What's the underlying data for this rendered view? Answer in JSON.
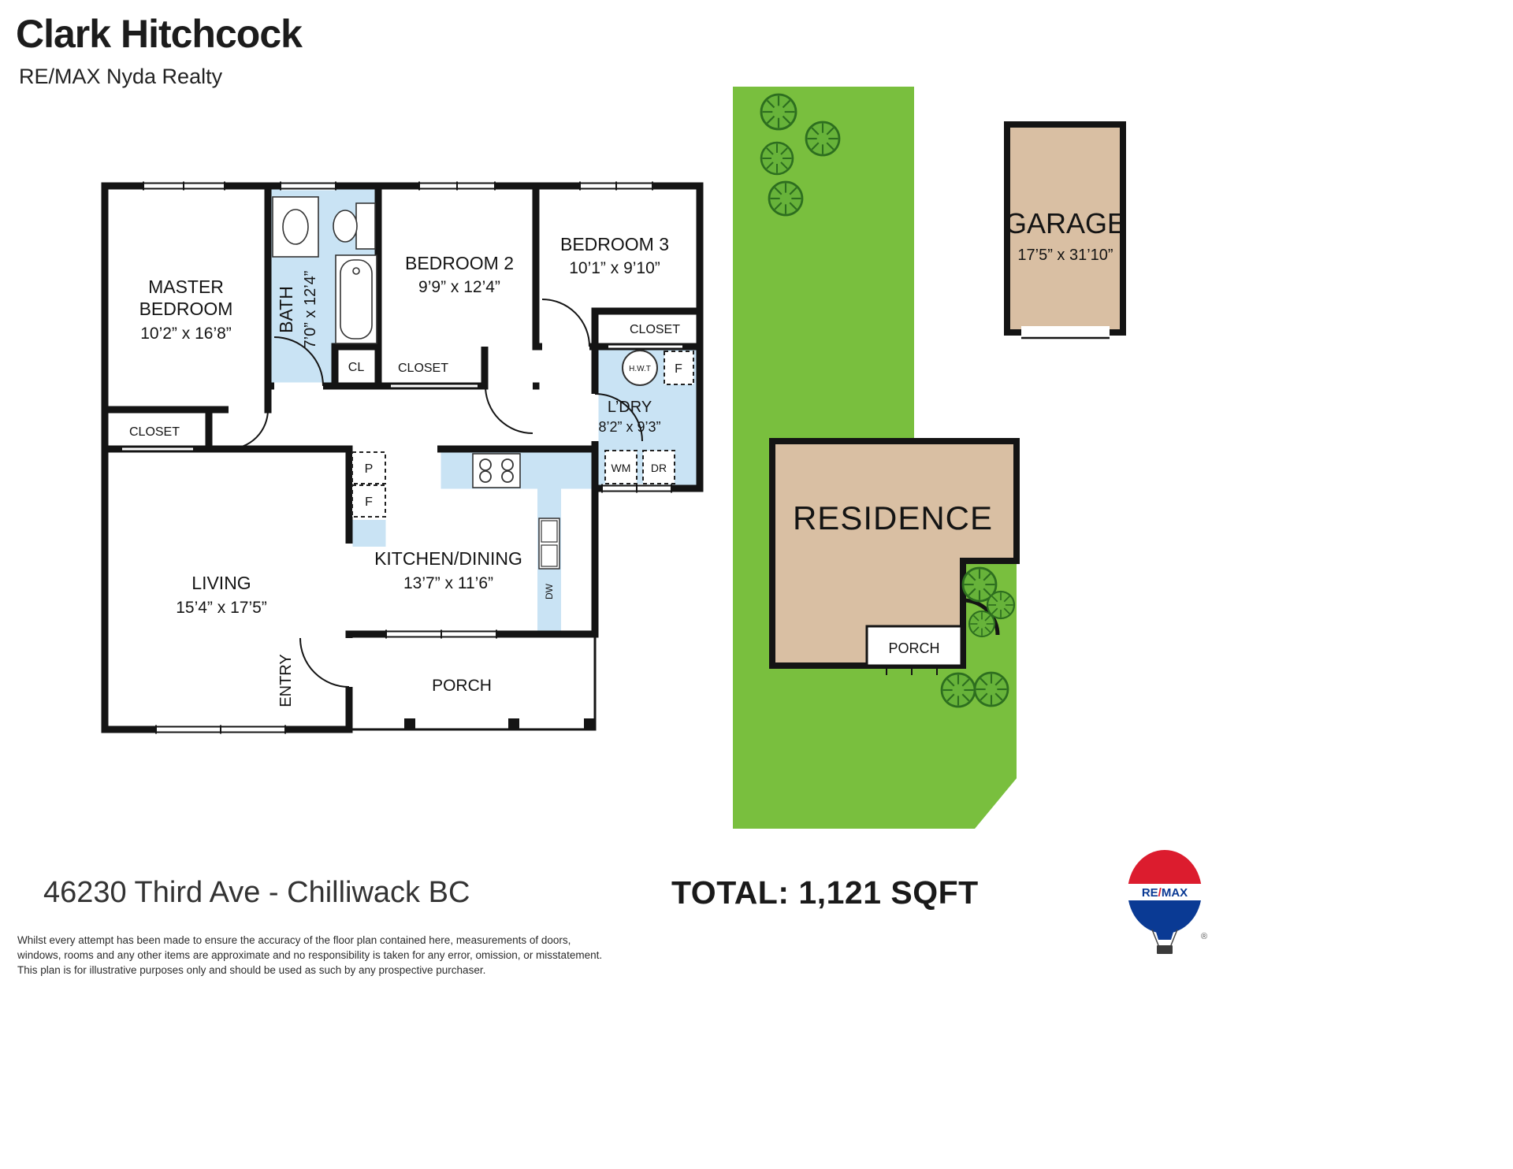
{
  "header": {
    "agent_name": "Clark Hitchcock",
    "brokerage": "RE/MAX Nyda Realty"
  },
  "floorplan": {
    "master": {
      "line1": "MASTER",
      "line2": "BEDROOM",
      "dims": "10’2” x 16’8”"
    },
    "bath": {
      "name": "BATH",
      "dims": "7’0” x 12’4”"
    },
    "bedroom2": {
      "name": "BEDROOM 2",
      "dims": "9’9” x 12’4”"
    },
    "bedroom3": {
      "name": "BEDROOM 3",
      "dims": "10’1” x 9’10”"
    },
    "laundry": {
      "name": "L’DRY",
      "dims": "8’2” x 9’3”"
    },
    "kitchen": {
      "name": "KITCHEN/DINING",
      "dims": "13’7” x 11’6”"
    },
    "living": {
      "name": "LIVING",
      "dims": "15’4” x 17’5”"
    },
    "entry": "ENTRY",
    "porch": "PORCH",
    "labels": {
      "closet": "CLOSET",
      "cl": "CL",
      "hwt": "H.W.T",
      "f": "F",
      "wm": "WM",
      "dr": "DR",
      "p": "P",
      "dw": "DW"
    }
  },
  "siteplan": {
    "garage": {
      "name": "GARAGE",
      "dims": "17’5” x 31’10”"
    },
    "residence": "RESIDENCE",
    "porch": "PORCH"
  },
  "footer": {
    "address": "46230 Third Ave - Chilliwack BC",
    "total": "TOTAL: 1,121 SQFT",
    "disclaimer": [
      "Whilst every attempt has been made to ensure the accuracy of the floor plan contained here, measurements of doors,",
      "windows, rooms and any other items are approximate and no responsibility is taken for any error, omission, or misstatement.",
      "This plan is for illustrative purposes only and should be used as such by any prospective purchaser."
    ]
  },
  "logo": {
    "re": "RE",
    "slash": "/",
    "max": "MAX",
    "reg": "®"
  },
  "colors": {
    "lawn": "#79BF3E",
    "tree_outline": "#2D6E1F",
    "building": "#D9BFA3",
    "fixture_blue": "#C9E3F4",
    "wall": "#141414",
    "remax_red": "#DC1C2E",
    "remax_blue": "#0A3A94"
  }
}
